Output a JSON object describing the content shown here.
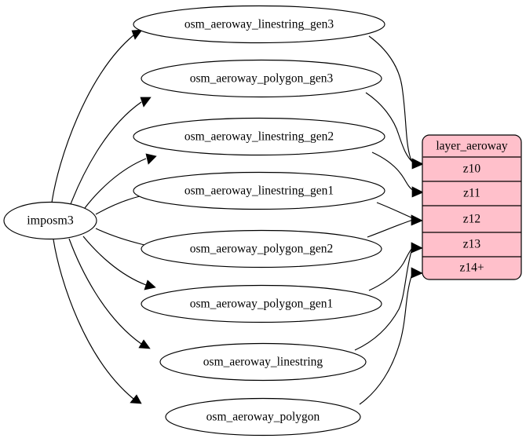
{
  "diagram": {
    "type": "directed-graph",
    "title": "",
    "source_node": {
      "id": "imposm3",
      "label": "imposm3",
      "shape": "ellipse"
    },
    "table_nodes": [
      {
        "id": "osm_aeroway_linestring_gen3",
        "label": "osm_aeroway_linestring_gen3"
      },
      {
        "id": "osm_aeroway_polygon_gen3",
        "label": "osm_aeroway_polygon_gen3"
      },
      {
        "id": "osm_aeroway_linestring_gen2",
        "label": "osm_aeroway_linestring_gen2"
      },
      {
        "id": "osm_aeroway_linestring_gen1",
        "label": "osm_aeroway_linestring_gen1"
      },
      {
        "id": "osm_aeroway_polygon_gen2",
        "label": "osm_aeroway_polygon_gen2"
      },
      {
        "id": "osm_aeroway_polygon_gen1",
        "label": "osm_aeroway_polygon_gen1"
      },
      {
        "id": "osm_aeroway_linestring",
        "label": "osm_aeroway_linestring"
      },
      {
        "id": "osm_aeroway_polygon",
        "label": "osm_aeroway_polygon"
      }
    ],
    "layer_node": {
      "id": "layer_aeroway",
      "title": "layer_aeroway",
      "fill_color": "#ffc0cb",
      "rows": [
        {
          "id": "z10",
          "label": "z10"
        },
        {
          "id": "z11",
          "label": "z11"
        },
        {
          "id": "z12",
          "label": "z12"
        },
        {
          "id": "z13",
          "label": "z13"
        },
        {
          "id": "z14plus",
          "label": "z14+"
        }
      ]
    },
    "edges": [
      {
        "from": "imposm3",
        "to": "osm_aeroway_linestring_gen3"
      },
      {
        "from": "imposm3",
        "to": "osm_aeroway_polygon_gen3"
      },
      {
        "from": "imposm3",
        "to": "osm_aeroway_linestring_gen2"
      },
      {
        "from": "imposm3",
        "to": "osm_aeroway_linestring_gen1"
      },
      {
        "from": "imposm3",
        "to": "osm_aeroway_polygon_gen2"
      },
      {
        "from": "imposm3",
        "to": "osm_aeroway_polygon_gen1"
      },
      {
        "from": "imposm3",
        "to": "osm_aeroway_linestring"
      },
      {
        "from": "imposm3",
        "to": "osm_aeroway_polygon"
      },
      {
        "from": "osm_aeroway_linestring_gen3",
        "to": "z10"
      },
      {
        "from": "osm_aeroway_polygon_gen3",
        "to": "z10"
      },
      {
        "from": "osm_aeroway_linestring_gen2",
        "to": "z11"
      },
      {
        "from": "osm_aeroway_linestring_gen1",
        "to": "z12"
      },
      {
        "from": "osm_aeroway_polygon_gen2",
        "to": "z12"
      },
      {
        "from": "osm_aeroway_polygon_gen1",
        "to": "z13"
      },
      {
        "from": "osm_aeroway_linestring",
        "to": "z13"
      },
      {
        "from": "osm_aeroway_polygon",
        "to": "z14plus"
      }
    ]
  }
}
